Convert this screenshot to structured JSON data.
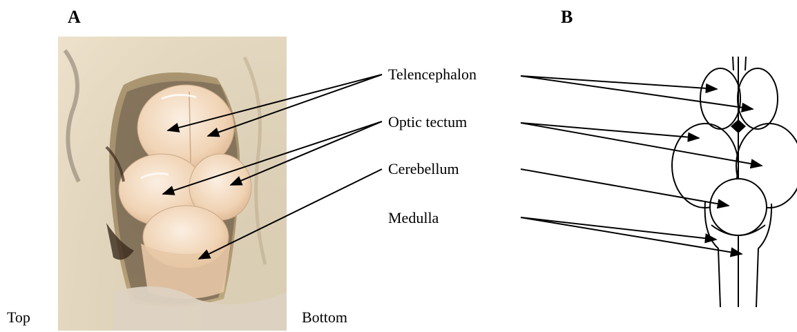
{
  "panels": {
    "a": "A",
    "b": "B"
  },
  "labels": {
    "telencephalon": "Telencephalon",
    "optic_tectum": "Optic tectum",
    "cerebellum": "Cerebellum",
    "medulla": "Medulla"
  },
  "orientation": {
    "top": "Top",
    "bottom": "Bottom"
  },
  "colors": {
    "ink": "#000000",
    "tissue": "#f1d7b6",
    "background_photo": "#c9b38a"
  }
}
